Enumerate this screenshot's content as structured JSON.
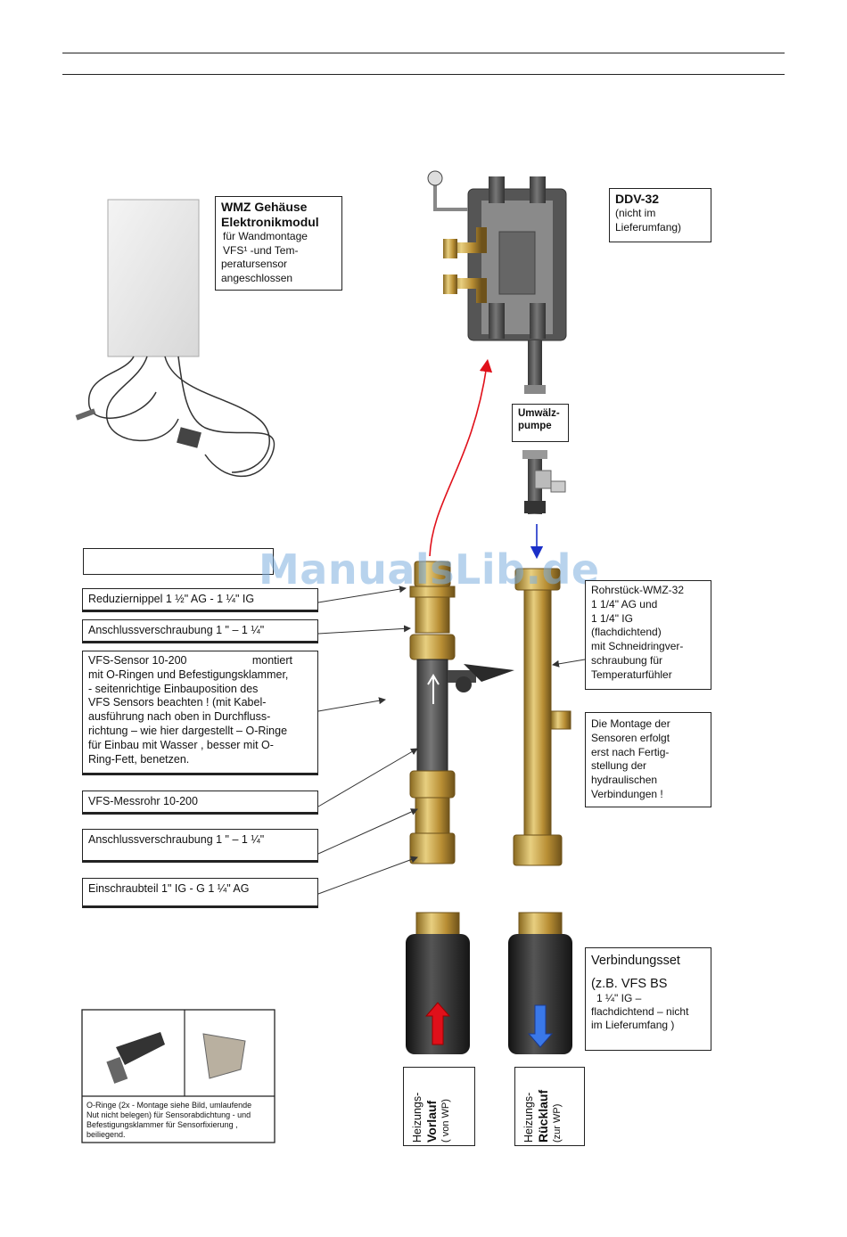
{
  "wmz_box": {
    "title_line1": "WMZ Gehäuse",
    "title_line2": "Elektronikmodul",
    "lines": [
      "für Wandmontage",
      "VFS¹ -und Tem-",
      "peratursensor",
      "angeschlossen"
    ]
  },
  "ddv_box": {
    "title": "DDV-32",
    "lines": [
      "(nicht im",
      "Lieferumfang)"
    ]
  },
  "pump_box": {
    "lines": [
      "Umwälz-",
      "pumpe"
    ]
  },
  "empty_label": "",
  "left_labels": {
    "reduziernippel": "Reduziernippel    1 ½\" AG  -  1 ¼\" IG",
    "anschluss_top": "Anschlussverschraubung     1 \" –  1 ¼\"",
    "vfs_sensor": {
      "first": "VFS-Sensor 10-200",
      "first_right": "montiert",
      "lines": [
        "mit O-Ringen und Befestigungsklammer,",
        "- seitenrichtige Einbauposition des",
        "VFS Sensors beachten ! (mit Kabel-",
        "ausführung nach oben in Durchfluss-",
        "richtung – wie hier dargestellt – O-Ringe",
        "für Einbau  mit Wasser , besser mit  O-",
        "Ring-Fett, benetzen."
      ]
    },
    "messrohr": "VFS-Messrohr 10-200",
    "anschluss_bottom": "Anschlussverschraubung    1 \" –   1 ¼\"",
    "einschraubteil": "Einschraubteil       1\" IG  -  G 1 ¼\" AG"
  },
  "rohrstueck_box": {
    "lines": [
      "Rohrstück-WMZ-32",
      "1 1/4\" AG  und",
      "1 1/4\" IG",
      "(flachdichtend)",
      "mit Schneidringver-",
      "schraubung für",
      "Temperaturfühler"
    ]
  },
  "montage_box": {
    "lines": [
      "Die Montage der",
      "Sensoren erfolgt",
      "erst nach Fertig-",
      "stellung der",
      "hydraulischen",
      "Verbindungen  !"
    ]
  },
  "verbindung_box": {
    "title": "Verbindungsset",
    "sub": "(z.B. VFS BS",
    "lines": [
      "1 ¼\"  IG –",
      "flachdichtend – nicht",
      "im Lieferumfang )"
    ]
  },
  "oring_caption": {
    "lines": [
      "O-Ringe (2x - Montage siehe Bild, umlaufende",
      "Nut nicht belegen) für Sensorabdichtung - und",
      "Befestigungsklammer   für    Sensorfixierung ,",
      "beiliegend."
    ]
  },
  "vorlauf_label": {
    "l1": "Heizungs-",
    "l2": "Vorlauf",
    "l3": "( von WP)"
  },
  "ruecklauf_label": {
    "l1": "Heizungs-",
    "l2": "Rücklauf",
    "l3": "(zur WP)"
  },
  "watermark": "ManualsLib.de",
  "colors": {
    "flow_red": "#e0101a",
    "flow_blue": "#1a2fc8",
    "brass": "#c9a24a",
    "hose": "#2a2a2a"
  }
}
